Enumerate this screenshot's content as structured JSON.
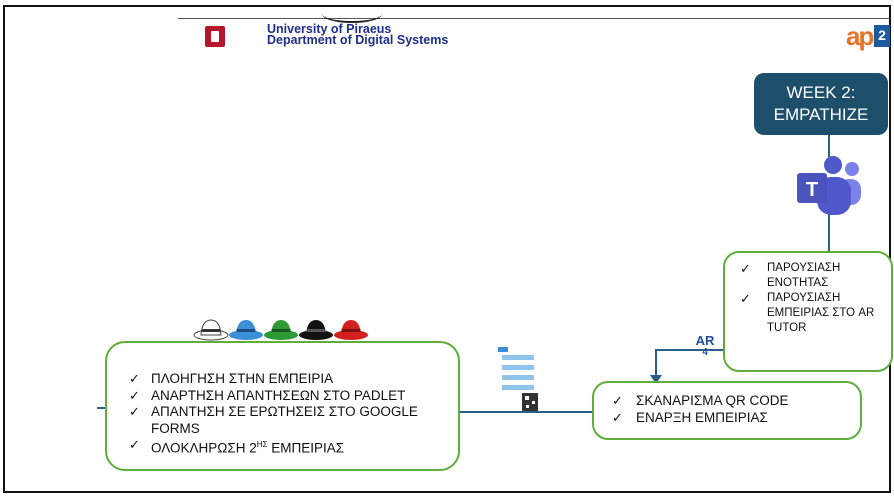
{
  "header": {
    "university": "University of Piraeus",
    "department": "Department of Digital Systems",
    "logo_right": "ap",
    "logo_right_sup": "2"
  },
  "week": {
    "line1": "WEEK 2:",
    "line2": "EMPATHIZE"
  },
  "box_right": {
    "items": [
      "ΠΑΡΟΥΣΙΑΣΗ ΕΝΟΤΗΤΑΣ",
      "ΠΑΡΟΥΣΙΑΣΗ ΕΜΠΕΙΡΙΑΣ ΣΤΟ AR TUTOR"
    ]
  },
  "box_bottom": {
    "items": [
      "ΣΚΑΝΑΡΙΣΜΑ QR CODE",
      "ΕΝΑΡΞΗ ΕΜΠΕΙΡΙΑΣ"
    ]
  },
  "box_left": {
    "item1": "ΠΛΟΗΓΗΣΗ ΣΤΗΝ ΕΜΠΕΙΡΙΑ",
    "item2": "ΑΝΑΡΤΗΣΗ ΑΠΑΝΤΗΣΕΩΝ ΣΤΟ PADLET",
    "item3": "ΑΠΑΝΤΗΣΗ ΣΕ ΕΡΩΤΗΣΕΙΣ ΣΤΟ GOOGLE FORMS",
    "item4_prefix": "ΟΛΟΚΛΗΡΩΣΗ 2",
    "item4_sup": "ΗΣ",
    "item4_suffix": " ΕΜΠΕΙΡΙΑΣ",
    "hat_colors": [
      "#ffffff",
      "#3a8fd6",
      "#2e9a36",
      "#111111",
      "#d22020"
    ]
  },
  "ar_badge": {
    "top": "AR",
    "bottom": "4"
  },
  "colors": {
    "connector": "#2d5f86",
    "box_border": "#5fad3a",
    "week_fill": "#1d4f6b",
    "teams_purple": "#5059c9"
  }
}
